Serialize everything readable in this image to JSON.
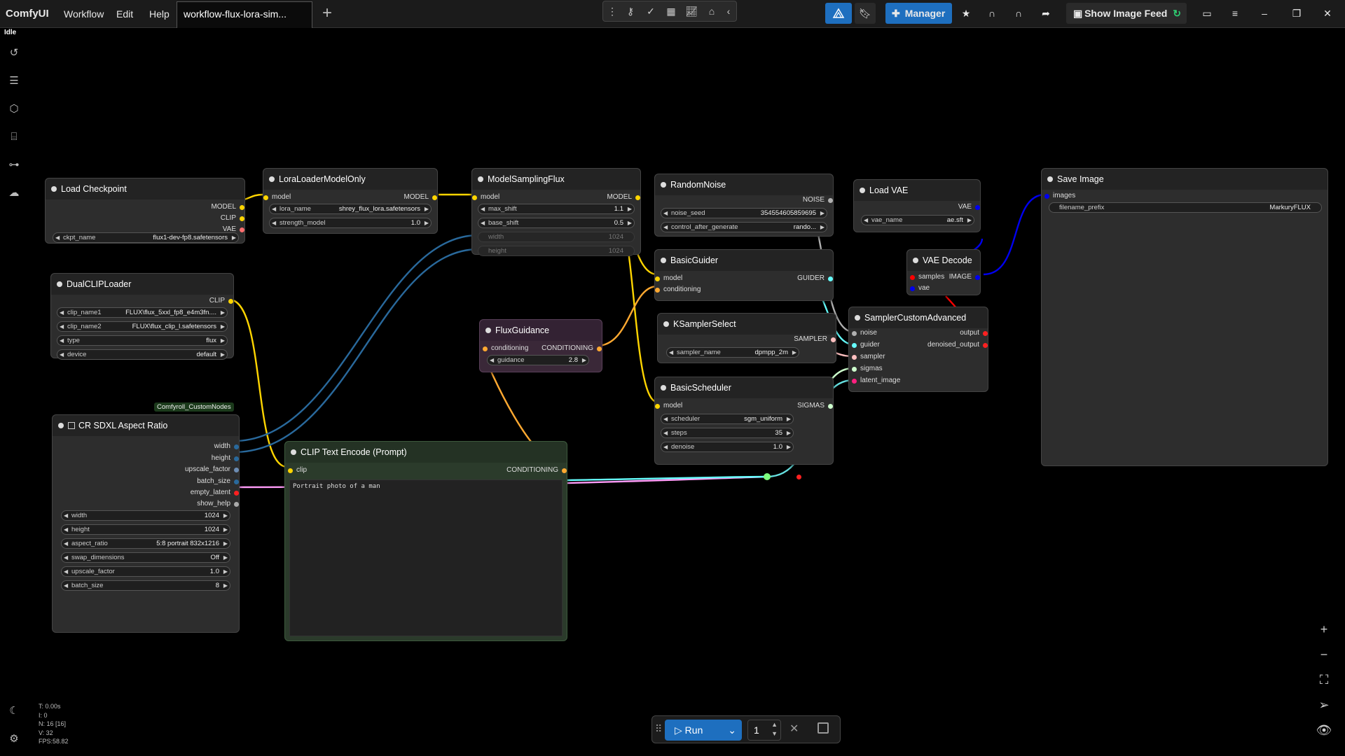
{
  "app": {
    "logo": "ComfyUI",
    "status": "Idle"
  },
  "menu": [
    "Workflow",
    "Edit",
    "Help"
  ],
  "tab": {
    "title": "workflow-flux-lora-sim...",
    "add": "+"
  },
  "toolbar": {
    "icons": [
      "more-vert-icon",
      "key-icon",
      "check-circle-icon",
      "table-icon",
      "chart-icon",
      "github-icon",
      "chevron-left-icon"
    ],
    "manager_label": "Manager",
    "image_feed_label": "Show Image Feed"
  },
  "colors": {
    "accent": "#1e6fbf",
    "model": "#ffd500",
    "clip": "#ffd500",
    "vae": "#ff6e6e",
    "conditioning": "#ffa931",
    "latent": "#ff9cf9",
    "image": "#64b5f6",
    "int": "#29699c",
    "noise": "#b0b0b0",
    "guider": "#66ffff",
    "sampler": "#ffc0c0",
    "sigmas": "#cdffcd"
  },
  "nodes": {
    "load_checkpoint": {
      "title": "Load Checkpoint",
      "outputs": [
        "MODEL",
        "CLIP",
        "VAE"
      ],
      "widgets": [
        {
          "label": "ckpt_name",
          "value": "flux1-dev-fp8.safetensors"
        }
      ]
    },
    "lora_loader": {
      "title": "LoraLoaderModelOnly",
      "inputs": [
        "model"
      ],
      "outputs": [
        "MODEL"
      ],
      "widgets": [
        {
          "label": "lora_name",
          "value": "shrey_flux_lora.safetensors"
        },
        {
          "label": "strength_model",
          "value": "1.0"
        }
      ]
    },
    "model_sampling": {
      "title": "ModelSamplingFlux",
      "inputs": [
        "model"
      ],
      "outputs": [
        "MODEL"
      ],
      "widgets": [
        {
          "label": "max_shift",
          "value": "1.1"
        },
        {
          "label": "base_shift",
          "value": "0.5"
        },
        {
          "label": "width",
          "value": "1024"
        },
        {
          "label": "height",
          "value": "1024"
        }
      ]
    },
    "random_noise": {
      "title": "RandomNoise",
      "outputs": [
        "NOISE"
      ],
      "widgets": [
        {
          "label": "noise_seed",
          "value": "354554605859695"
        },
        {
          "label": "control_after_generate",
          "value": "rando..."
        }
      ]
    },
    "basic_guider": {
      "title": "BasicGuider",
      "inputs": [
        "model",
        "conditioning"
      ],
      "outputs": [
        "GUIDER"
      ]
    },
    "ksampler_select": {
      "title": "KSamplerSelect",
      "outputs": [
        "SAMPLER"
      ],
      "widgets": [
        {
          "label": "sampler_name",
          "value": "dpmpp_2m"
        }
      ]
    },
    "basic_scheduler": {
      "title": "BasicScheduler",
      "inputs": [
        "model"
      ],
      "outputs": [
        "SIGMAS"
      ],
      "widgets": [
        {
          "label": "scheduler",
          "value": "sgm_uniform"
        },
        {
          "label": "steps",
          "value": "35"
        },
        {
          "label": "denoise",
          "value": "1.0"
        }
      ]
    },
    "load_vae": {
      "title": "Load VAE",
      "outputs": [
        "VAE"
      ],
      "widgets": [
        {
          "label": "vae_name",
          "value": "ae.sft"
        }
      ]
    },
    "vae_decode": {
      "title": "VAE Decode",
      "inputs": [
        "samples",
        "vae"
      ],
      "outputs": [
        "IMAGE"
      ]
    },
    "sampler_custom": {
      "title": "SamplerCustomAdvanced",
      "inputs": [
        "noise",
        "guider",
        "sampler",
        "sigmas",
        "latent_image"
      ],
      "outputs": [
        "output",
        "denoised_output"
      ]
    },
    "save_image": {
      "title": "Save Image",
      "inputs": [
        "images"
      ],
      "widgets": [
        {
          "label": "filename_prefix",
          "value": "MarkuryFLUX"
        }
      ]
    },
    "dual_clip": {
      "title": "DualCLIPLoader",
      "outputs": [
        "CLIP"
      ],
      "widgets": [
        {
          "label": "clip_name1",
          "value": "FLUX\\flux_5xxl_fp8_e4m3fn...."
        },
        {
          "label": "clip_name2",
          "value": "FLUX\\flux_clip_l.safetensors"
        },
        {
          "label": "type",
          "value": "flux"
        },
        {
          "label": "device",
          "value": "default"
        }
      ]
    },
    "flux_guidance": {
      "title": "FluxGuidance",
      "inputs": [
        "conditioning"
      ],
      "outputs": [
        "CONDITIONING"
      ],
      "widgets": [
        {
          "label": "guidance",
          "value": "2.8"
        }
      ]
    },
    "aspect_ratio": {
      "badge": "Comfyroll_CustomNodes",
      "title": "CR SDXL Aspect Ratio",
      "outputs": [
        "width",
        "height",
        "upscale_factor",
        "batch_size",
        "empty_latent",
        "show_help"
      ],
      "widgets": [
        {
          "label": "width",
          "value": "1024"
        },
        {
          "label": "height",
          "value": "1024"
        },
        {
          "label": "aspect_ratio",
          "value": "5:8 portrait 832x1216"
        },
        {
          "label": "swap_dimensions",
          "value": "Off"
        },
        {
          "label": "upscale_factor",
          "value": "1.0"
        },
        {
          "label": "batch_size",
          "value": "8"
        }
      ]
    },
    "clip_text": {
      "title": "CLIP Text Encode (Prompt)",
      "inputs": [
        "clip"
      ],
      "outputs": [
        "CONDITIONING"
      ],
      "prompt": "Portrait photo of a man"
    }
  },
  "stats": [
    "T: 0.00s",
    "I: 0",
    "N: 16 [16]",
    "V: 32",
    "FPS:58.82"
  ],
  "runbar": {
    "run_label": "Run",
    "batch_count": "1"
  }
}
